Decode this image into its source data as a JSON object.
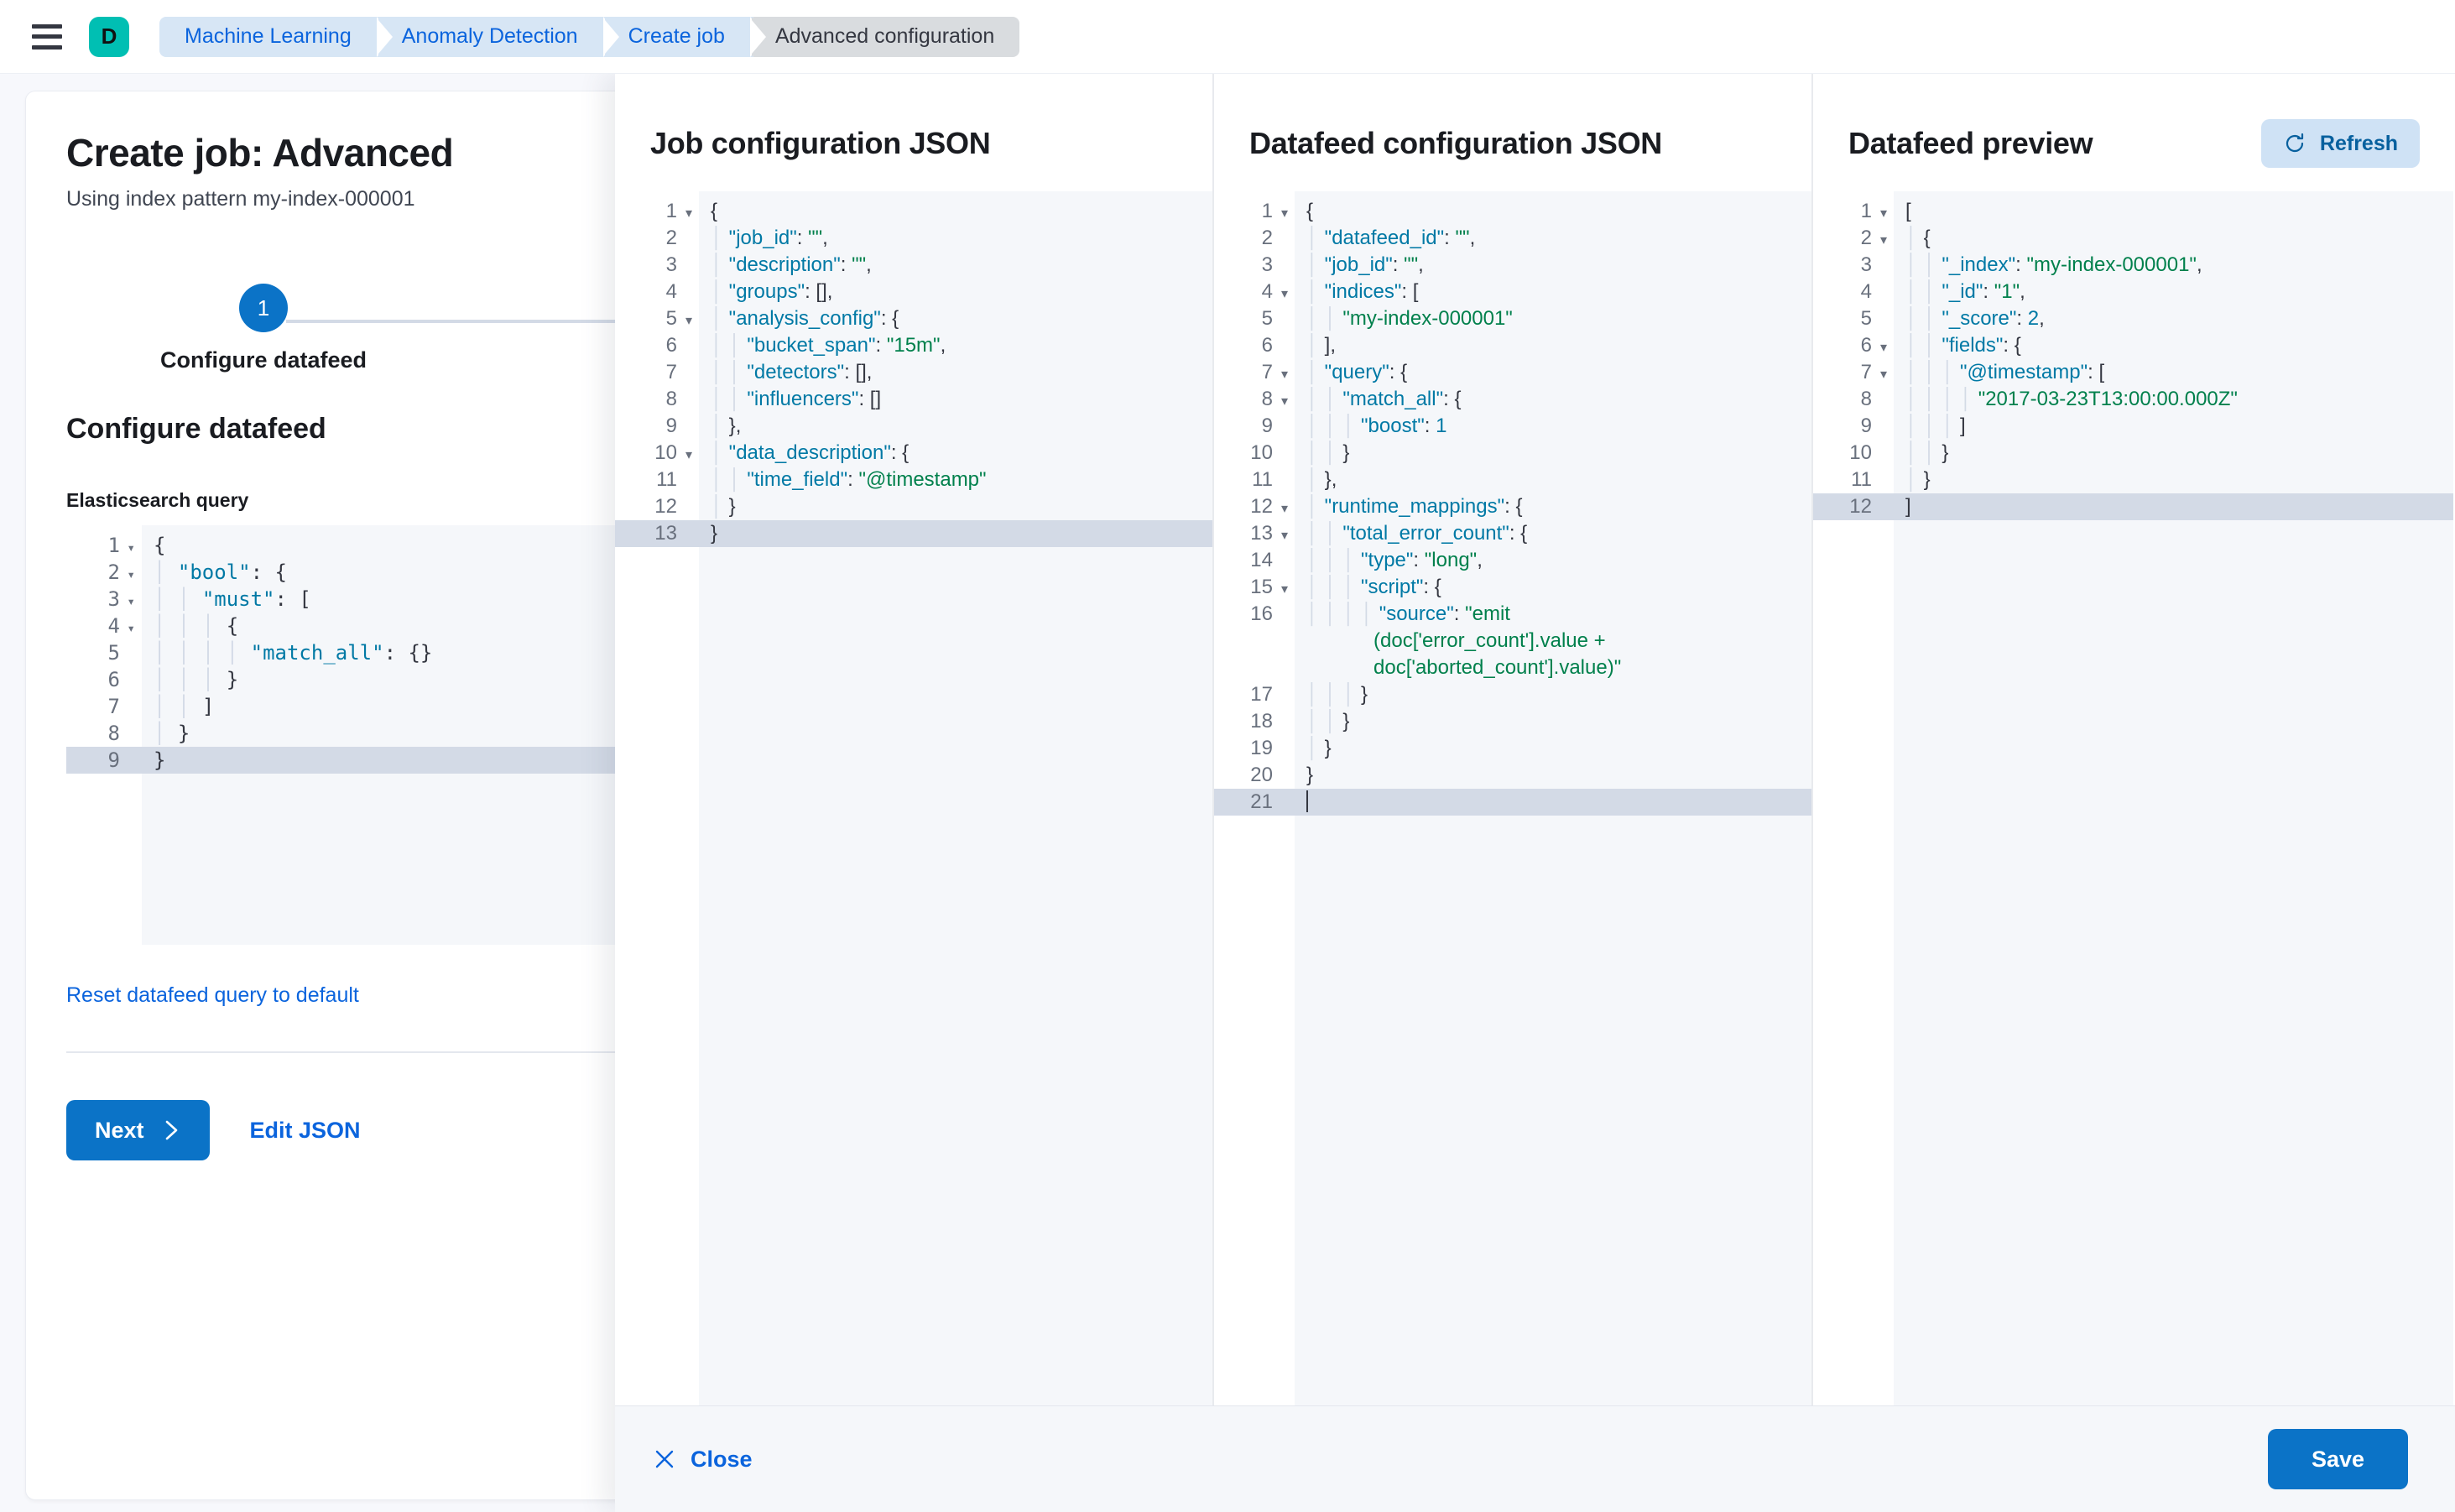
{
  "header": {
    "menu_icon": "hamburger-icon",
    "avatar_label": "D",
    "breadcrumbs": [
      {
        "label": "Machine Learning",
        "active": false
      },
      {
        "label": "Anomaly Detection",
        "active": false
      },
      {
        "label": "Create job",
        "active": false
      },
      {
        "label": "Advanced configuration",
        "active": true
      }
    ]
  },
  "page": {
    "title": "Create job: Advanced",
    "subtitle": "Using index pattern my-index-000001",
    "step": {
      "number": "1",
      "label": "Configure datafeed"
    },
    "section_title": "Configure datafeed",
    "query_label": "Elasticsearch query",
    "reset_link": "Reset datafeed query to default",
    "next_button": "Next",
    "edit_json_button": "Edit JSON",
    "query_editor": {
      "lines": [
        {
          "n": "1",
          "fold": true,
          "text": "{"
        },
        {
          "n": "2",
          "fold": true,
          "text": "  \"bool\": {"
        },
        {
          "n": "3",
          "fold": true,
          "text": "    \"must\": ["
        },
        {
          "n": "4",
          "fold": true,
          "text": "      {"
        },
        {
          "n": "5",
          "fold": false,
          "text": "        \"match_all\": {}"
        },
        {
          "n": "6",
          "fold": false,
          "text": "      }"
        },
        {
          "n": "7",
          "fold": false,
          "text": "    ]"
        },
        {
          "n": "8",
          "fold": false,
          "text": "  }"
        },
        {
          "n": "9",
          "fold": false,
          "text": "}",
          "active": true
        }
      ]
    }
  },
  "flyout": {
    "columns": [
      {
        "id": "job-configuration-json",
        "title": "Job configuration JSON",
        "lines": [
          {
            "n": "1",
            "fold": true,
            "text": "{"
          },
          {
            "n": "2",
            "fold": false,
            "text": "  \"job_id\": \"\","
          },
          {
            "n": "3",
            "fold": false,
            "text": "  \"description\": \"\","
          },
          {
            "n": "4",
            "fold": false,
            "text": "  \"groups\": [],"
          },
          {
            "n": "5",
            "fold": true,
            "text": "  \"analysis_config\": {"
          },
          {
            "n": "6",
            "fold": false,
            "text": "    \"bucket_span\": \"15m\","
          },
          {
            "n": "7",
            "fold": false,
            "text": "    \"detectors\": [],"
          },
          {
            "n": "8",
            "fold": false,
            "text": "    \"influencers\": []"
          },
          {
            "n": "9",
            "fold": false,
            "text": "  },"
          },
          {
            "n": "10",
            "fold": true,
            "text": "  \"data_description\": {"
          },
          {
            "n": "11",
            "fold": false,
            "text": "    \"time_field\": \"@timestamp\""
          },
          {
            "n": "12",
            "fold": false,
            "text": "  }"
          },
          {
            "n": "13",
            "fold": false,
            "text": "}",
            "active": true
          }
        ]
      },
      {
        "id": "datafeed-configuration-json",
        "title": "Datafeed configuration JSON",
        "lines": [
          {
            "n": "1",
            "fold": true,
            "text": "{"
          },
          {
            "n": "2",
            "fold": false,
            "text": "  \"datafeed_id\": \"\","
          },
          {
            "n": "3",
            "fold": false,
            "text": "  \"job_id\": \"\","
          },
          {
            "n": "4",
            "fold": true,
            "text": "  \"indices\": ["
          },
          {
            "n": "5",
            "fold": false,
            "text": "    \"my-index-000001\""
          },
          {
            "n": "6",
            "fold": false,
            "text": "  ],"
          },
          {
            "n": "7",
            "fold": true,
            "text": "  \"query\": {"
          },
          {
            "n": "8",
            "fold": true,
            "text": "    \"match_all\": {"
          },
          {
            "n": "9",
            "fold": false,
            "text": "      \"boost\": 1"
          },
          {
            "n": "10",
            "fold": false,
            "text": "    }"
          },
          {
            "n": "11",
            "fold": false,
            "text": "  },"
          },
          {
            "n": "12",
            "fold": true,
            "text": "  \"runtime_mappings\": {"
          },
          {
            "n": "13",
            "fold": true,
            "text": "    \"total_error_count\": {"
          },
          {
            "n": "14",
            "fold": false,
            "text": "      \"type\": \"long\","
          },
          {
            "n": "15",
            "fold": true,
            "text": "      \"script\": {"
          },
          {
            "n": "16",
            "fold": false,
            "text": "        \"source\": \"emit(doc['error_count'].value + doc['aborted_count'].value)\"",
            "wrap": true
          },
          {
            "n": "17",
            "fold": false,
            "text": "      }"
          },
          {
            "n": "18",
            "fold": false,
            "text": "    }"
          },
          {
            "n": "19",
            "fold": false,
            "text": "  }"
          },
          {
            "n": "20",
            "fold": false,
            "text": "}"
          },
          {
            "n": "21",
            "fold": false,
            "text": "",
            "active": true,
            "caret": true
          }
        ]
      },
      {
        "id": "datafeed-preview",
        "title": "Datafeed preview",
        "refresh_button": "Refresh",
        "lines": [
          {
            "n": "1",
            "fold": true,
            "text": "["
          },
          {
            "n": "2",
            "fold": true,
            "text": "  {"
          },
          {
            "n": "3",
            "fold": false,
            "text": "    \"_index\": \"my-index-000001\","
          },
          {
            "n": "4",
            "fold": false,
            "text": "    \"_id\": \"1\","
          },
          {
            "n": "5",
            "fold": false,
            "text": "    \"_score\": 2,"
          },
          {
            "n": "6",
            "fold": true,
            "text": "    \"fields\": {"
          },
          {
            "n": "7",
            "fold": true,
            "text": "      \"@timestamp\": ["
          },
          {
            "n": "8",
            "fold": false,
            "text": "        \"2017-03-23T13:00:00.000Z\""
          },
          {
            "n": "9",
            "fold": false,
            "text": "      ]"
          },
          {
            "n": "10",
            "fold": false,
            "text": "    }"
          },
          {
            "n": "11",
            "fold": false,
            "text": "  }"
          },
          {
            "n": "12",
            "fold": false,
            "text": "]",
            "active": true
          }
        ]
      }
    ],
    "footer": {
      "close_label": "Close",
      "save_label": "Save"
    }
  },
  "colors": {
    "primary": "#0B73C7",
    "link": "#0B64DD",
    "accent_teal": "#00BFB3",
    "string_green": "#00804C",
    "key_blue": "#0079A5",
    "active_line": "#D3DAE6"
  }
}
